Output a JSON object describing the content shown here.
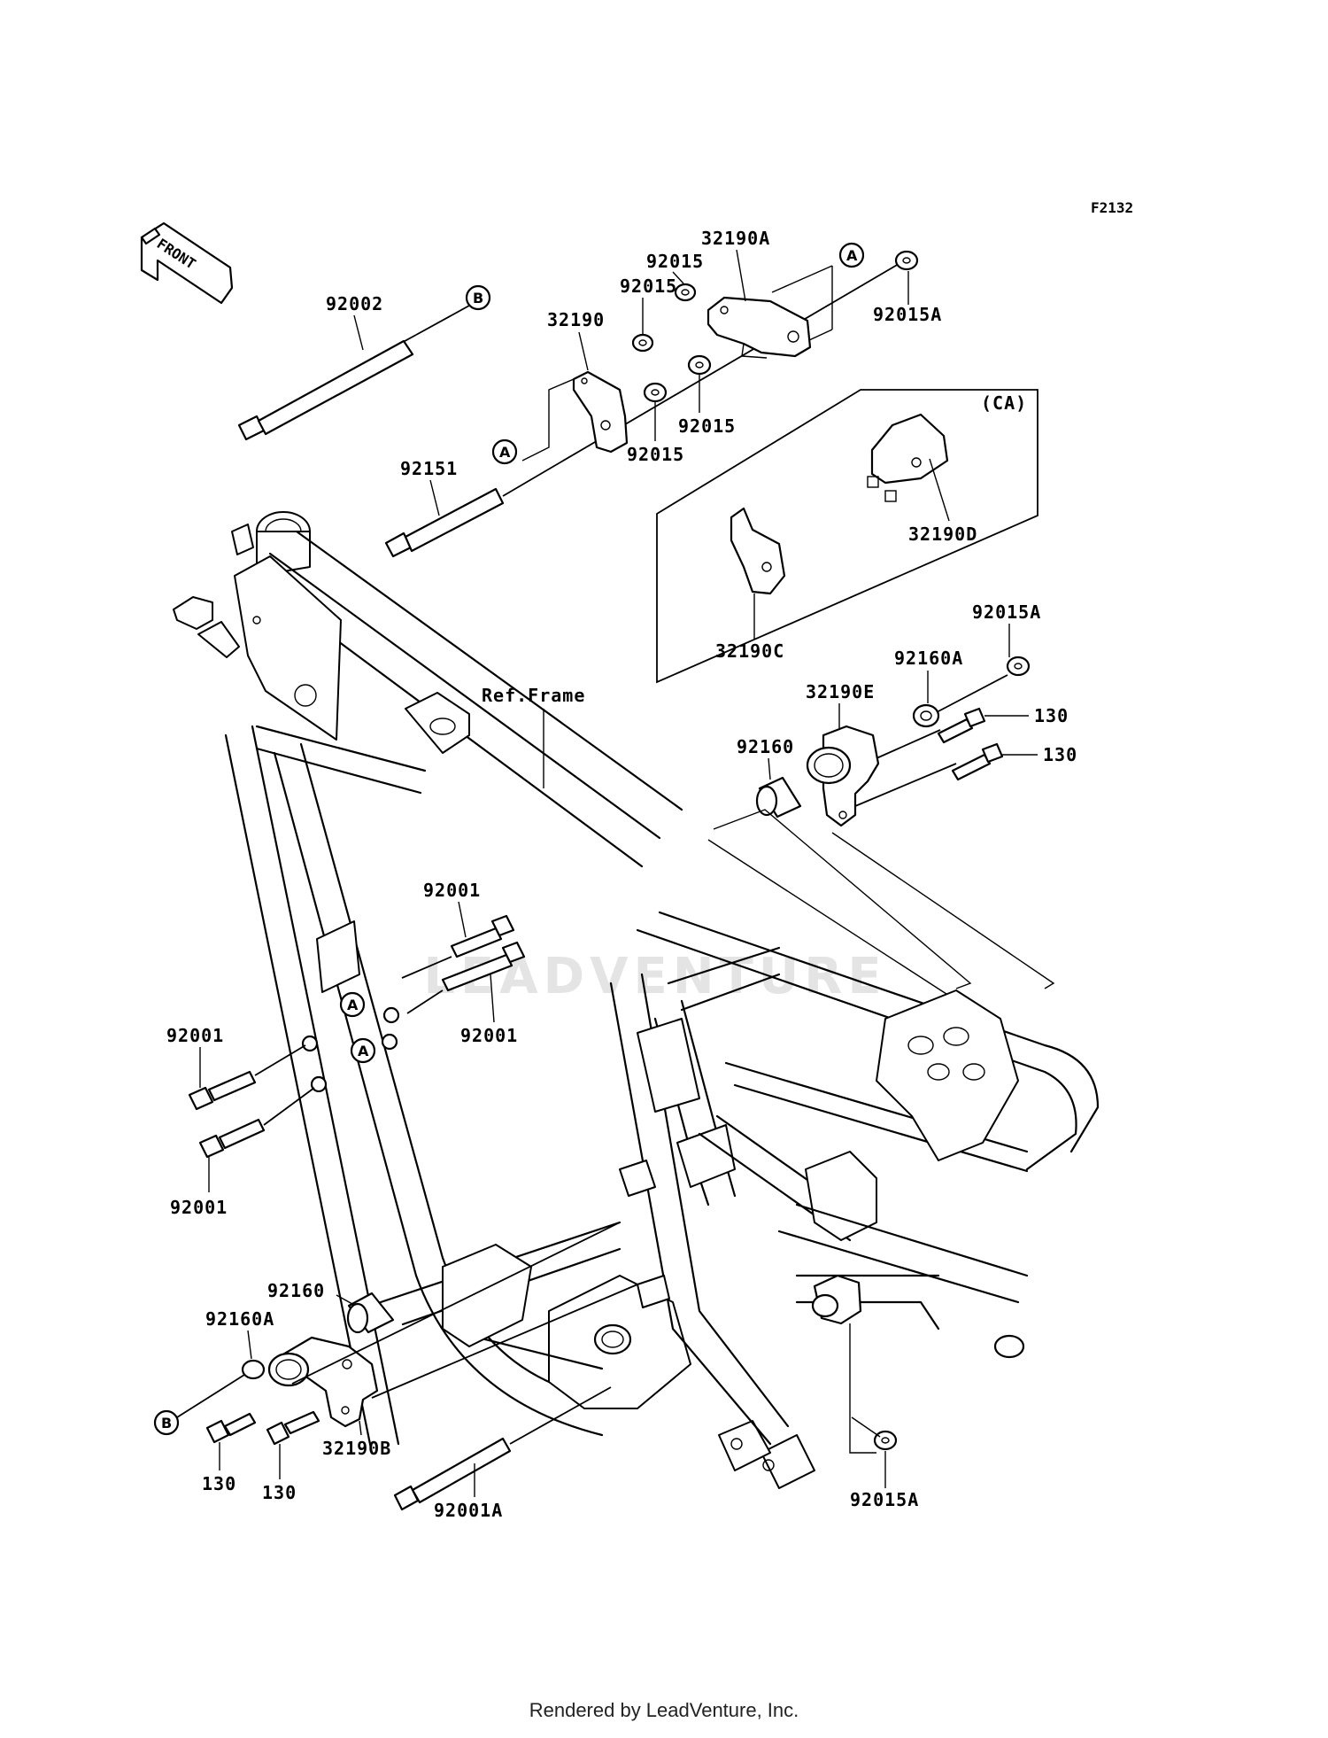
{
  "diagram_code": "F2132",
  "front_label": "FRONT",
  "ref_label": "Ref.Frame",
  "ca_label": "(CA)",
  "watermark_text": "LEADVENTURE",
  "footer": "Rendered by LeadVenture, Inc.",
  "markers": {
    "a": "A",
    "b": "B"
  },
  "parts": {
    "p92002": "92002",
    "p32190A": "32190A",
    "p92015_top1": "92015",
    "p92015_top2": "92015",
    "p92015A_top": "92015A",
    "p32190": "32190",
    "p92015_mid1": "92015",
    "p92015_mid2": "92015",
    "p92151": "92151",
    "p32190D": "32190D",
    "p32190C": "32190C",
    "p92015A_right": "92015A",
    "p92160A_right": "92160A",
    "p32190E": "32190E",
    "p130_r1": "130",
    "p130_r2": "130",
    "p92160_right": "92160",
    "p92001_top": "92001",
    "p92001_mid": "92001",
    "p92001_left": "92001",
    "p92001_left2": "92001",
    "p92160_bottom": "92160",
    "p92160A_bottom": "92160A",
    "p130_b1": "130",
    "p130_b2": "130",
    "p32190B": "32190B",
    "p92001A": "92001A",
    "p92015A_bottom": "92015A"
  }
}
